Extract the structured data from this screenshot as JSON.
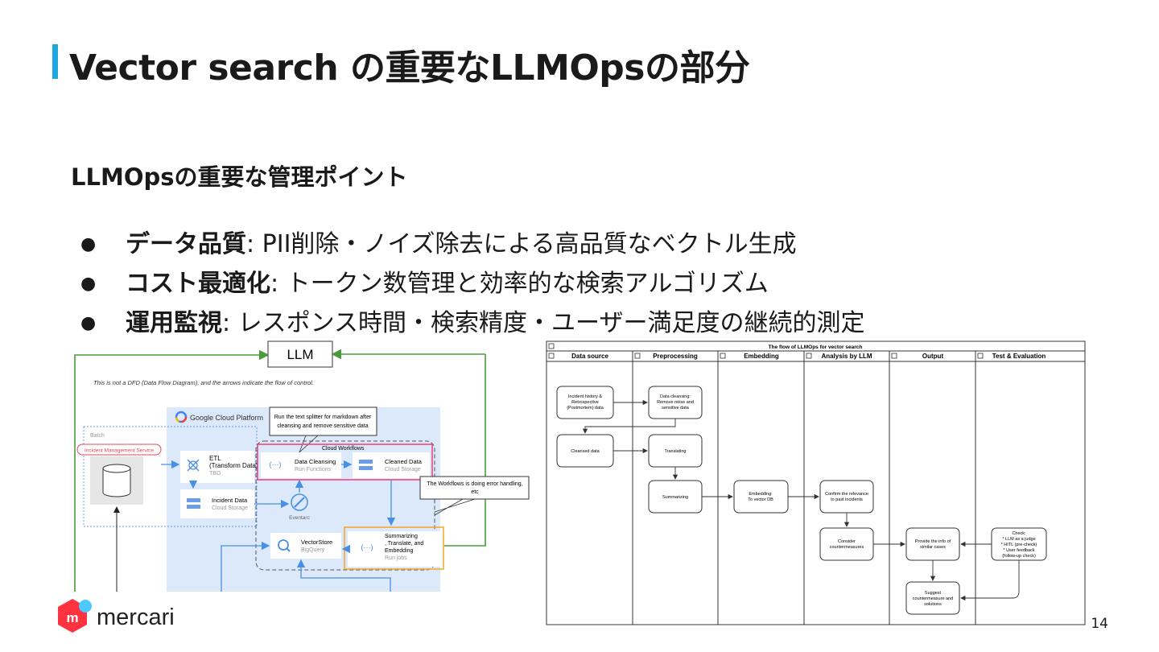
{
  "title": "Vector search の重要なLLMOpsの部分",
  "subtitle": "LLMOpsの重要な管理ポイント",
  "bullets": [
    {
      "term": "データ品質",
      "text": ": PII削除・ノイズ除去による高品質なベクトル生成"
    },
    {
      "term": "コスト最適化",
      "text": ": トークン数管理と効率的な検索アルゴリズム"
    },
    {
      "term": "運用監視",
      "text": ": レスポンス時間・検索精度・ユーザー満足度の継続的測定"
    }
  ],
  "left_diagram": {
    "llm_label": "LLM",
    "note": "This is not a DFD (Data Flow Diagram), and the arrows indicate the flow of control.",
    "gcp_label": "Google Cloud Platform",
    "batch_label": "Batch",
    "incident_service": "Incident Management Service",
    "callout_top": [
      "Run the text splitter for markdown after",
      "cleansing and remove sensitive data"
    ],
    "cloud_workflows": "Cloud Workflows",
    "etl": {
      "title": [
        "ETL",
        "(Transform Data)"
      ],
      "sub": "TBD"
    },
    "data_cleansing": {
      "title": "Data Cleansing",
      "sub": "Run Functions"
    },
    "cleaned_data": {
      "title": "Cleaned Data",
      "sub": "Cloud Storage"
    },
    "incident_data": {
      "title": "Incident Data",
      "sub": "Cloud Storage"
    },
    "eventarc": "Eventarc",
    "callout_right": [
      "The Workflows is doing error handling,",
      "etc"
    ],
    "vectorstore": {
      "title": "VectorStore",
      "sub": "BigQuery"
    },
    "summarizing": {
      "title": [
        "Summarizing",
        ", Translate, and",
        "Embedding"
      ],
      "sub": "Run jobs"
    }
  },
  "right_diagram": {
    "title": "The flow of LLMOps for vector search",
    "lanes": [
      "Data source",
      "Preprocessing",
      "Embedding",
      "Analysis by LLM",
      "Output",
      "Test & Evaluation"
    ],
    "nodes": {
      "incident_history": [
        "Incident history &",
        "Retrospective",
        "(Postmortem) data"
      ],
      "data_cleansing": [
        "Data cleansing:",
        "Remove noise and",
        "sensitive data"
      ],
      "cleansed_data": [
        "Cleansed data"
      ],
      "translating": [
        "Translating"
      ],
      "summarizing": [
        "Summarizing"
      ],
      "embedding": [
        "Embedding:",
        "To vector DB"
      ],
      "confirm": [
        "Confirm the relevance",
        "to past incidents"
      ],
      "consider": [
        "Consider",
        "countermeasures"
      ],
      "provide": [
        "Provide the info of",
        "similar cases"
      ],
      "check": [
        "Check:",
        "* LLM as a judge",
        "* HITL (pre-check)",
        "* User feedback",
        "(follow-up check)"
      ],
      "suggest": [
        "Suggest",
        "countermeasure and",
        "solutions"
      ]
    }
  },
  "page_number": "14",
  "logo_text": "mercari",
  "logo_mark": "m",
  "colors": {
    "accent": "#1fa8e0",
    "brand_red": "#ff333f",
    "brand_blue": "#4dc9ff",
    "gcp_bg": "#dbe9fb",
    "pink": "#e8417a",
    "orange": "#f5a623",
    "green": "#4a9c3b",
    "arrow_blue": "#4a8fe7"
  }
}
